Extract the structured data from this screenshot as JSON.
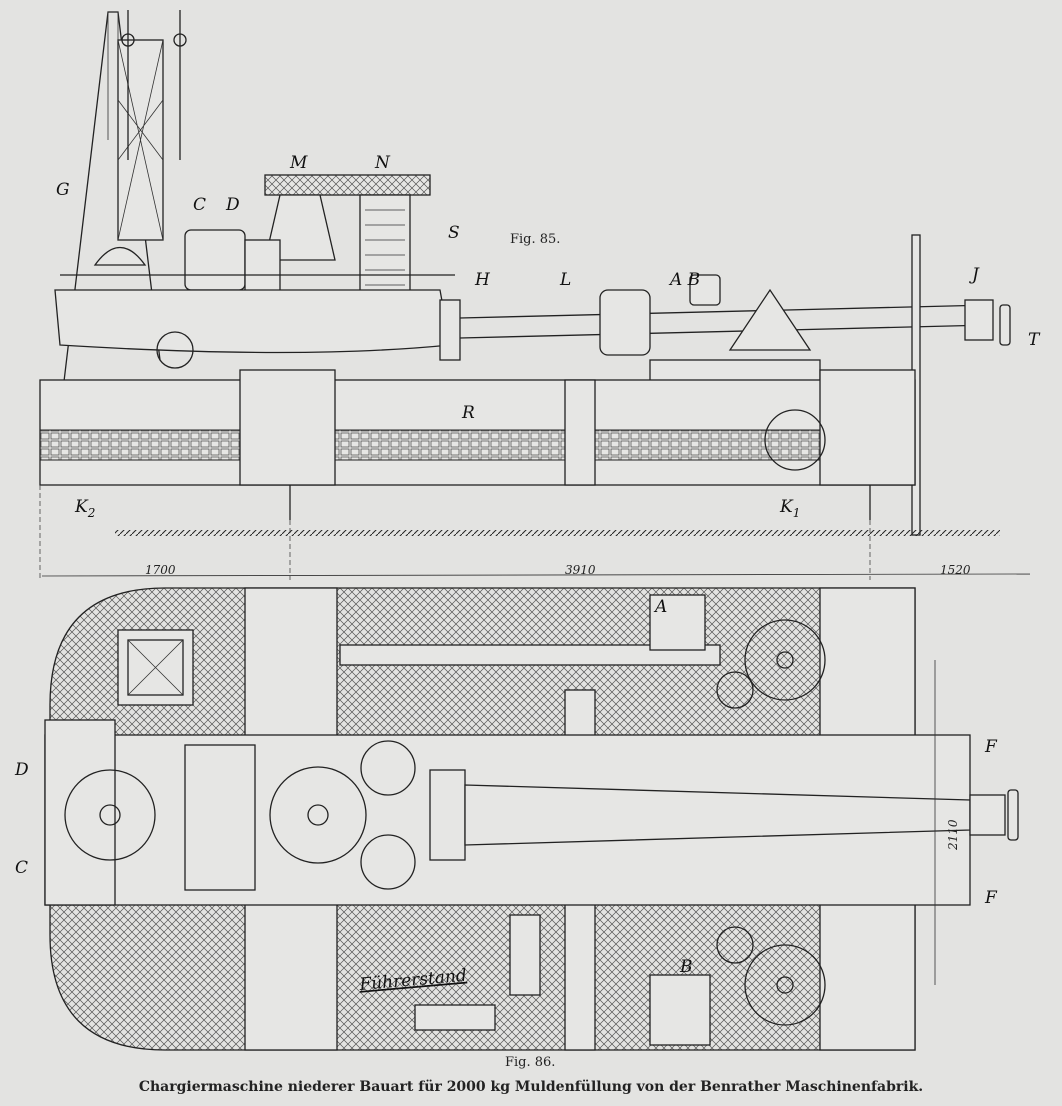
{
  "figures": [
    {
      "caption": "Fig. 85.",
      "labels": {
        "G": "G",
        "C": "C",
        "D": "D",
        "M": "M",
        "N": "N",
        "S": "S",
        "H": "H",
        "L": "L",
        "AB": "A B",
        "J": "J",
        "T": "T",
        "R": "R",
        "K2": "K",
        "K2_sub": "2",
        "K1": "K",
        "K1_sub": "1"
      },
      "dimensions": [
        "1700",
        "3910",
        "1520"
      ]
    },
    {
      "caption": "Fig. 86.",
      "labels": {
        "A": "A",
        "B": "B",
        "C": "C",
        "D": "D",
        "F_top": "F",
        "F_bottom": "F"
      },
      "dimensions": [
        "2110"
      ],
      "annotation": "Führerstand"
    }
  ],
  "title": "Chargiermaschine niederer Bauart für 2000 kg Muldenfüllung von der Benrather Maschinenfabrik."
}
